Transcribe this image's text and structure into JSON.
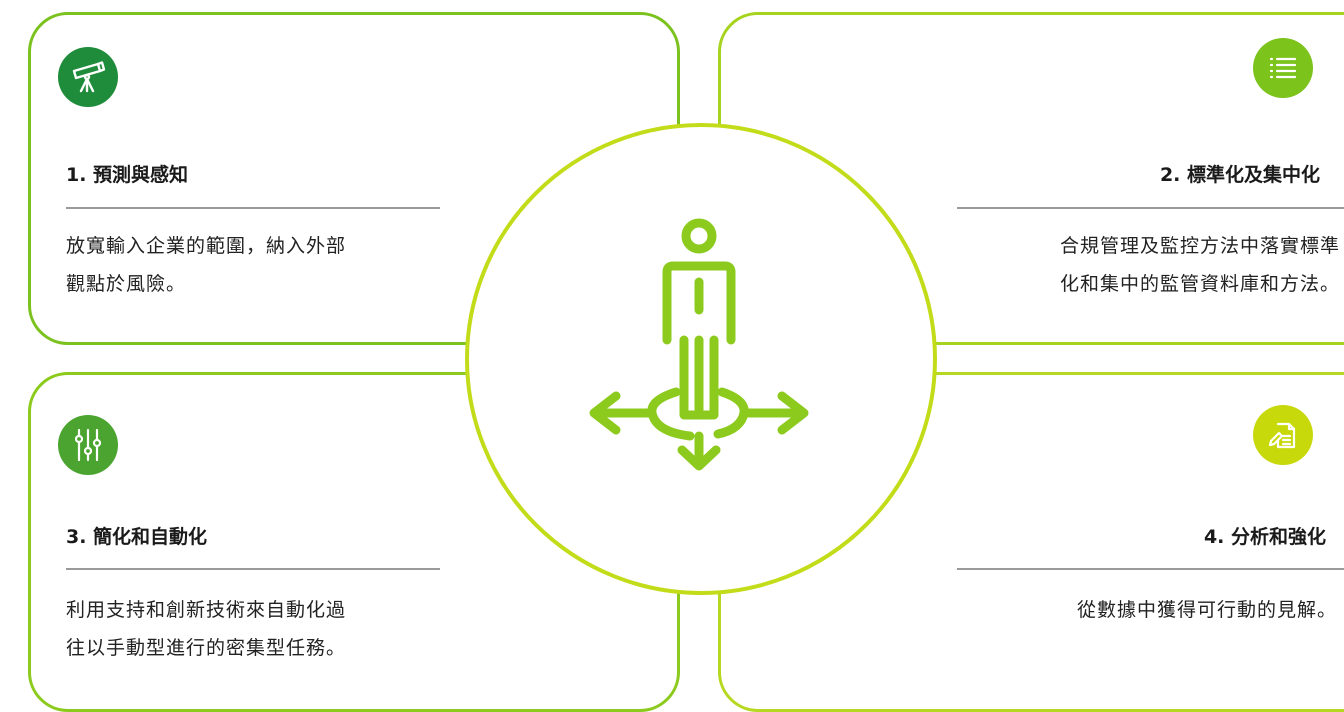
{
  "colors": {
    "border_q1": "#7cc21f",
    "border_q2": "#a6d41e",
    "border_q3": "#8ccb1e",
    "border_q4": "#b6d820",
    "icon_q1": "#1e8c3a",
    "icon_q2": "#7cc31c",
    "icon_q3": "#4aa42f",
    "icon_q4": "#c7d90b",
    "center_circle": "#c3dc1a",
    "center_icon": "#8ccb1e",
    "rule": "#9a9a9a"
  },
  "quadrants": [
    {
      "icon": "telescope-icon",
      "title": "1. 預測與感知",
      "desc_lines": [
        "放寬輸入企業的範圍，納入外部",
        "觀點於風險。"
      ]
    },
    {
      "icon": "list-icon",
      "title": "2. 標準化及集中化",
      "desc_lines": [
        "合規管理及監控方法中落實標準",
        "化和集中的監管資料庫和方法。"
      ]
    },
    {
      "icon": "sliders-icon",
      "title": "3. 簡化和自動化",
      "desc_lines": [
        "利用支持和創新技術來自動化過",
        "往以手動型進行的密集型任務。"
      ]
    },
    {
      "icon": "document-edit-icon",
      "title": "4. 分析和強化",
      "desc_lines": [
        "從數據中獲得可行動的見解。"
      ]
    }
  ],
  "center": {
    "icon": "person-directions-icon"
  }
}
